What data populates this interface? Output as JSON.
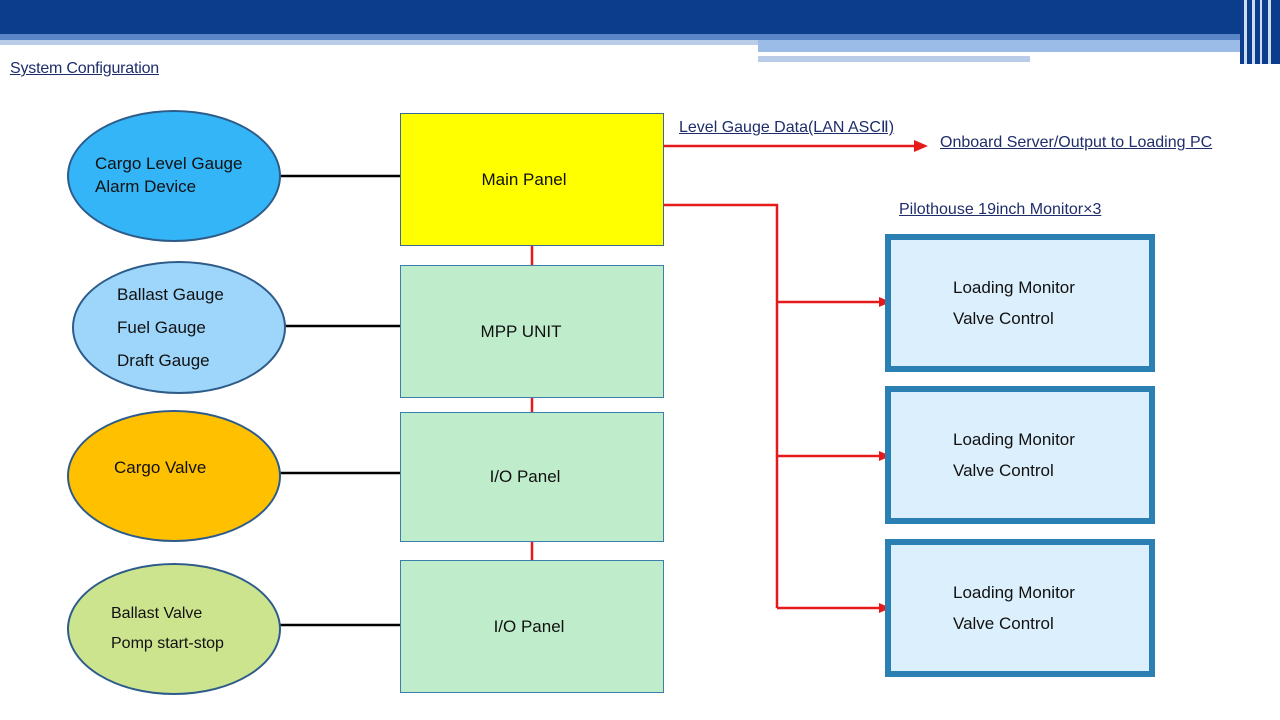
{
  "page": {
    "title": "System Configuration"
  },
  "sources": [
    {
      "lines": [
        "Cargo Level Gauge",
        "Alarm Device"
      ],
      "fill": "#33b5f7"
    },
    {
      "lines": [
        "Ballast Gauge",
        "Fuel Gauge",
        "Draft Gauge"
      ],
      "fill": "#9dd6fa"
    },
    {
      "lines": [
        "Cargo Valve"
      ],
      "fill": "#ffc000"
    },
    {
      "lines": [
        "Ballast Valve",
        "Pomp start-stop"
      ],
      "fill": "#cde48f"
    }
  ],
  "panels": [
    {
      "label": "Main Panel",
      "color": "#ffff00"
    },
    {
      "label": "MPP UNIT",
      "color": "#bfeccb"
    },
    {
      "label": "I/O Panel",
      "color": "#bfeccb"
    },
    {
      "label": "I/O Panel",
      "color": "#bfeccb"
    }
  ],
  "links": {
    "level_gauge_data": "Level Gauge Data(LAN ASCⅡ)",
    "onboard_server": "Onboard Server/Output to Loading PC"
  },
  "pilothouse": {
    "label": "Pilothouse 19inch Monitor×3",
    "monitors": [
      {
        "line1": "Loading Monitor",
        "line2": "Valve Control"
      },
      {
        "line1": "Loading Monitor",
        "line2": "Valve Control"
      },
      {
        "line1": "Loading Monitor",
        "line2": "Valve Control"
      }
    ]
  },
  "colors": {
    "banner_dark": "#0b3d8c",
    "banner_light": "#8fb3e2",
    "signal_line": "#e51b1b",
    "connector_line": "#000000"
  }
}
